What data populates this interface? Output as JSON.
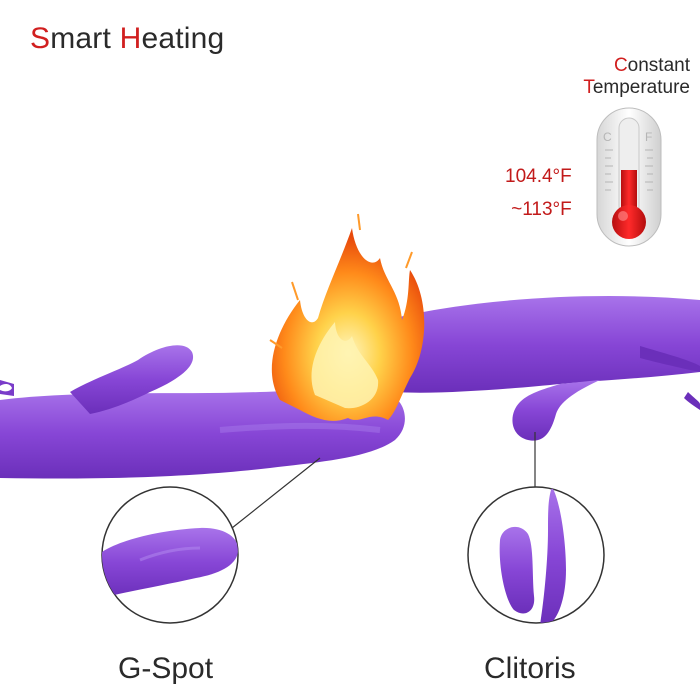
{
  "title": {
    "first_letter": "S",
    "word1_rest": "mart ",
    "second_letter": "H",
    "word2_rest": "eating"
  },
  "constant": {
    "line1_cap": "C",
    "line1_rest": "onstant",
    "line2_cap": "T",
    "line2_rest": "emperature"
  },
  "thermometer": {
    "left_scale": "C",
    "right_scale": "F",
    "fill_level": 0.62
  },
  "temperature": {
    "low": "104.4°F",
    "high": "~113°F"
  },
  "callouts": {
    "gspot": "G-Spot",
    "clitoris": "Clitoris"
  },
  "colors": {
    "accent": "#d11f1f",
    "product": "#8a48d8",
    "text": "#2a2a2a"
  }
}
